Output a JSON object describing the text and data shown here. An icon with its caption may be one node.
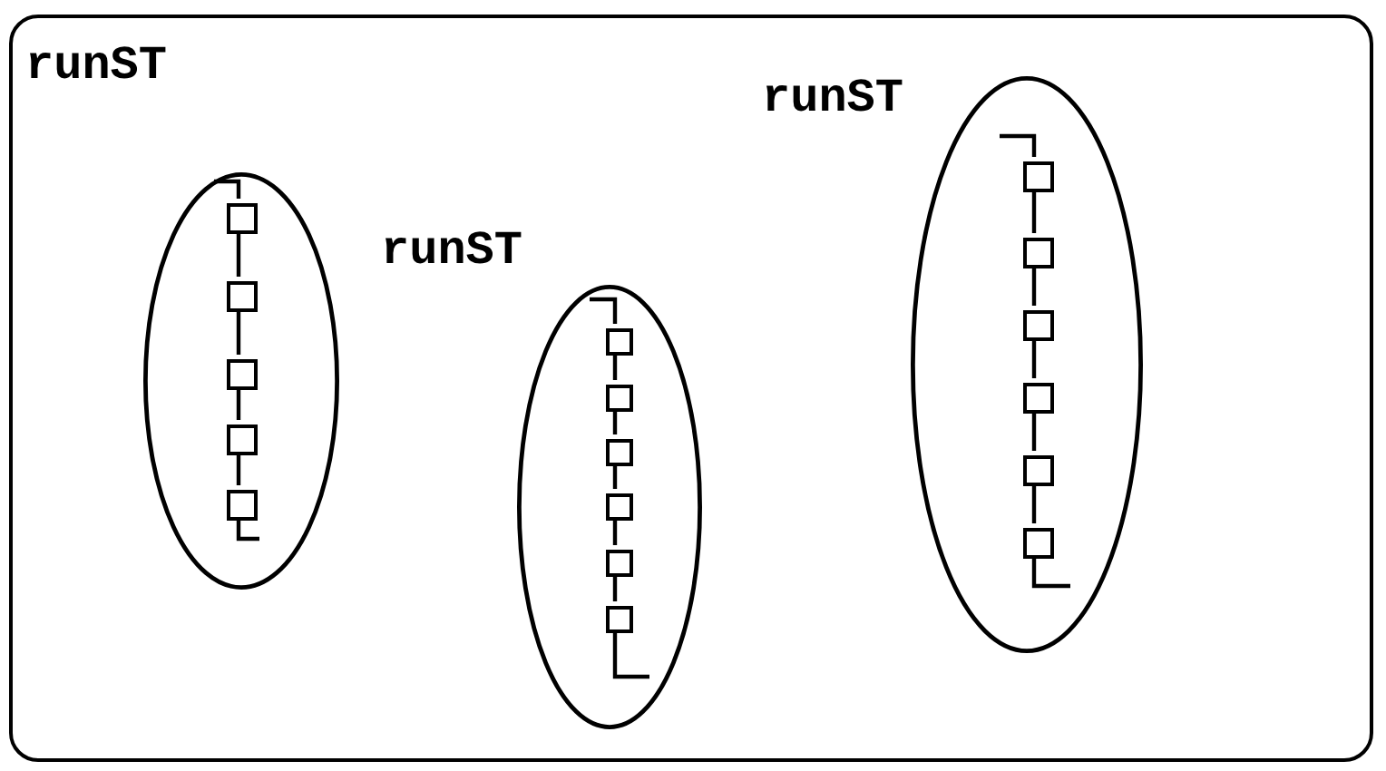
{
  "diagram": {
    "nodes": [
      {
        "text": [],
        "shape": "box"
      },
      {
        "text": [
          "runST"
        ],
        "in": 0
      },
      {
        "text": [],
        "shape": "box",
        "in": 1
      },
      {
        "text": [],
        "shape": "box",
        "in": 1
      },
      {
        "text": [],
        "shape": "box",
        "in": 1
      },
      {
        "text": [],
        "shape": "box",
        "in": 1
      },
      {
        "text": [],
        "shape": "box",
        "in": 1
      },
      {
        "text": [
          "runST"
        ],
        "in": 0
      },
      {
        "text": [],
        "shape": "box",
        "in": 7
      },
      {
        "text": [],
        "shape": "box",
        "in": 7
      },
      {
        "text": [],
        "shape": "box",
        "in": 7
      },
      {
        "text": [],
        "shape": "box",
        "in": 7
      },
      {
        "text": [],
        "shape": "box",
        "in": 7
      },
      {
        "text": [],
        "shape": "box",
        "in": 7
      },
      {
        "text": [
          "runST"
        ],
        "in": 0
      },
      {
        "text": [],
        "shape": "box",
        "in": 14
      },
      {
        "text": [],
        "shape": "box",
        "in": 14
      },
      {
        "text": [],
        "shape": "box",
        "in": 14
      },
      {
        "text": [],
        "shape": "box",
        "in": 14
      },
      {
        "text": [],
        "shape": "box",
        "in": 14
      },
      {
        "text": [],
        "shape": "box",
        "in": 14
      }
    ],
    "edges": [
      {
        "from": null,
        "to": 2,
        "arrow": "none"
      },
      {
        "from": 2,
        "to": 3,
        "arrow": "none"
      },
      {
        "from": 3,
        "to": 4,
        "arrow": "none"
      },
      {
        "from": 4,
        "to": 5,
        "arrow": "none"
      },
      {
        "from": 5,
        "to": 6,
        "arrow": "none"
      },
      {
        "from": 6,
        "to": null,
        "arrow": "none"
      },
      {
        "from": null,
        "to": 8,
        "arrow": "none"
      },
      {
        "from": 8,
        "to": 9,
        "arrow": "none"
      },
      {
        "from": 9,
        "to": 10,
        "arrow": "none"
      },
      {
        "from": 10,
        "to": 11,
        "arrow": "none"
      },
      {
        "from": 11,
        "to": 12,
        "arrow": "none"
      },
      {
        "from": 12,
        "to": 13,
        "arrow": "none"
      },
      {
        "from": 13,
        "to": null,
        "arrow": "none"
      },
      {
        "from": null,
        "to": 15,
        "arrow": "none"
      },
      {
        "from": 15,
        "to": 16,
        "arrow": "none"
      },
      {
        "from": 16,
        "to": 17,
        "arrow": "none"
      },
      {
        "from": 17,
        "to": 18,
        "arrow": "none"
      },
      {
        "from": 18,
        "to": 19,
        "arrow": "none"
      },
      {
        "from": 19,
        "to": 20,
        "arrow": "none"
      },
      {
        "from": 20,
        "to": null,
        "arrow": "none"
      }
    ]
  }
}
